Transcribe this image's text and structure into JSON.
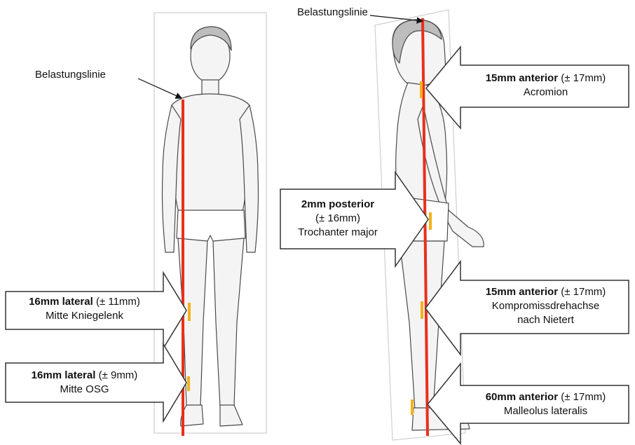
{
  "load_line_label_left": "Belastungslinie",
  "load_line_label_right": "Belastungslinie",
  "callouts": {
    "knee": {
      "value": "16mm lateral",
      "tolerance": "(± 11mm)",
      "landmark": "Mitte Kniegelenk"
    },
    "ankle": {
      "value": "16mm lateral",
      "tolerance": "(± 9mm)",
      "landmark": "Mitte OSG"
    },
    "acromion": {
      "value": "15mm anterior",
      "tolerance": "(± 17mm)",
      "landmark": "Acromion"
    },
    "trochanter": {
      "value": "2mm posterior",
      "tolerance": "(± 16mm)",
      "landmark": "Trochanter major"
    },
    "knee_axis": {
      "value": "15mm anterior",
      "tolerance": "(± 17mm)",
      "landmark_line1": "Kompromissdrehachse",
      "landmark_line2": "nach Nietert"
    },
    "malleolus": {
      "value": "60mm anterior",
      "tolerance": "(± 17mm)",
      "landmark": "Malleolus lateralis"
    }
  },
  "colors": {
    "load_line": "#e8301c",
    "marker": "#f2b21b",
    "sketch": "#4a4a4a"
  }
}
